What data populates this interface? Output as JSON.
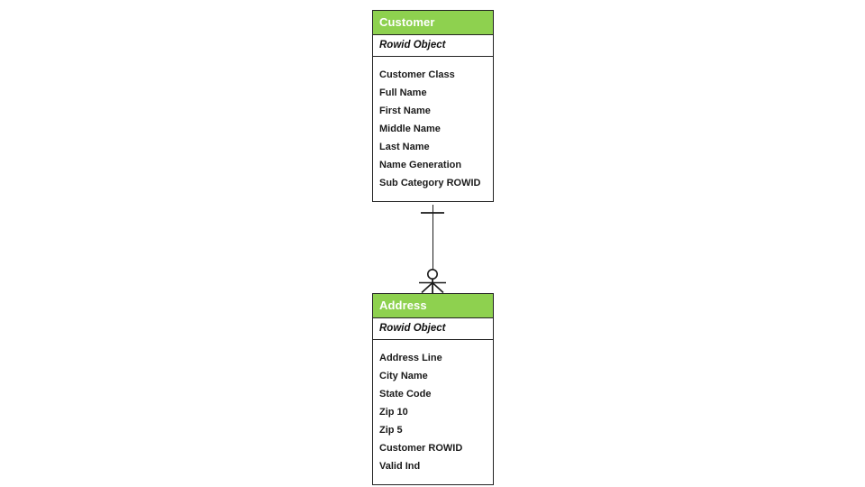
{
  "diagram": {
    "type": "entity-relationship-diagram",
    "notation": "crows-foot",
    "background_color": "#ffffff",
    "header_color": "#8ed14f",
    "header_text_color": "#ffffff",
    "border_color": "#222222",
    "text_color": "#1a1a1a"
  },
  "entities": [
    {
      "name": "Customer",
      "title": "Customer",
      "key_row": "Rowid Object",
      "attributes": [
        "Customer Class",
        "Full Name",
        "First Name",
        "Middle Name",
        "Last Name",
        "Name Generation",
        "Sub Category ROWID"
      ]
    },
    {
      "name": "Address",
      "title": "Address",
      "key_row": "Rowid Object",
      "attributes": [
        "Address Line",
        "City Name",
        "State Code",
        "Zip 10",
        "Zip 5",
        "Customer ROWID",
        "Valid Ind"
      ]
    }
  ],
  "relationship": {
    "from_entity": "Customer",
    "to_entity": "Address",
    "from_cardinality": "exactly-one",
    "to_cardinality": "zero-or-many",
    "from_symbol": "one-tick",
    "to_symbol": "circle-crows-foot",
    "label": ""
  }
}
